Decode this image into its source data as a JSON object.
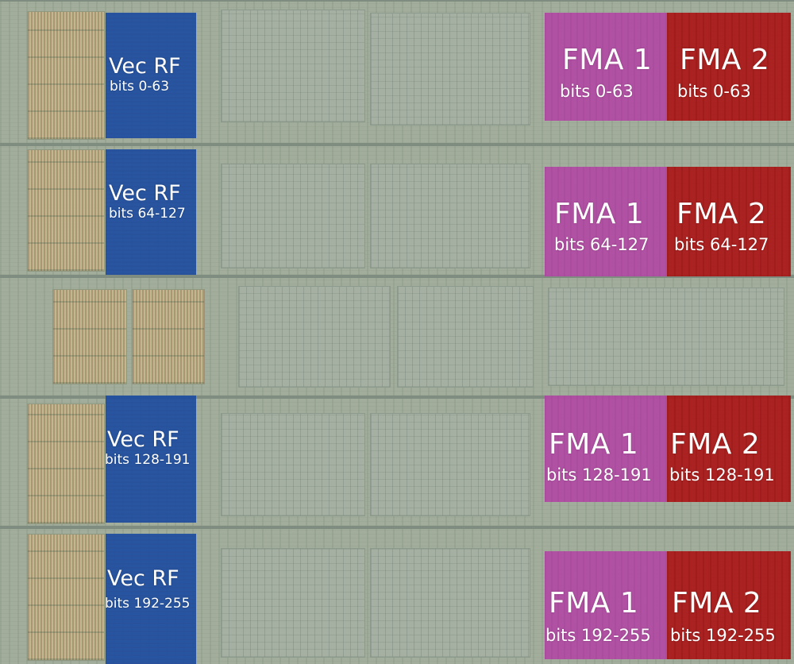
{
  "colors": {
    "vec_rf": "#1e4ea0",
    "fma1": "#b24aa4",
    "fma2": "#aa1a1a",
    "die_base": "#9fab98"
  },
  "rows": [
    {
      "vec": {
        "title": "Vec RF",
        "bits": "bits 0-63"
      },
      "fma1": {
        "title": "FMA 1",
        "bits": "bits 0-63"
      },
      "fma2": {
        "title": "FMA 2",
        "bits": "bits 0-63"
      }
    },
    {
      "vec": {
        "title": "Vec RF",
        "bits": "bits 64-127"
      },
      "fma1": {
        "title": "FMA 1",
        "bits": "bits 64-127"
      },
      "fma2": {
        "title": "FMA 2",
        "bits": "bits 64-127"
      }
    },
    {
      "vec": {
        "title": "Vec RF",
        "bits": "bits 128-191"
      },
      "fma1": {
        "title": "FMA 1",
        "bits": "bits 128-191"
      },
      "fma2": {
        "title": "FMA 2",
        "bits": "bits 128-191"
      }
    },
    {
      "vec": {
        "title": "Vec RF",
        "bits": "bits 192-255"
      },
      "fma1": {
        "title": "FMA 1",
        "bits": "bits 192-255"
      },
      "fma2": {
        "title": "FMA 2",
        "bits": "bits 192-255"
      }
    }
  ]
}
